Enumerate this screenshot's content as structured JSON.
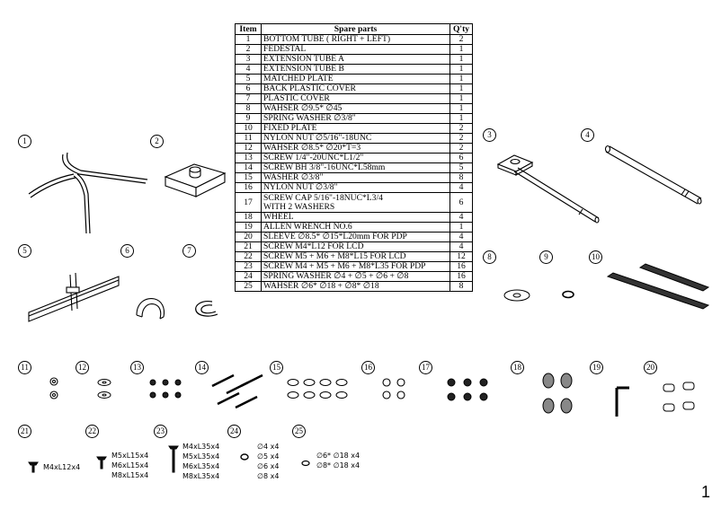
{
  "table": {
    "headers": [
      "Item",
      "Spare parts",
      "Q'ty"
    ],
    "rows": [
      [
        "1",
        "BOTTOM TUBE ( RIGHT + LEFT)",
        "2"
      ],
      [
        "2",
        "FEDESTAL",
        "1"
      ],
      [
        "3",
        "EXTENSION TUBE A",
        "1"
      ],
      [
        "4",
        "EXTENSION TUBE B",
        "1"
      ],
      [
        "5",
        "MATCHED PLATE",
        "1"
      ],
      [
        "6",
        "BACK PLASTIC COVER",
        "1"
      ],
      [
        "7",
        "PLASTIC COVER",
        "1"
      ],
      [
        "8",
        "WAHSER ∅9.5* ∅45",
        "1"
      ],
      [
        "9",
        "SPRING WASHER ∅3/8\"",
        "1"
      ],
      [
        "10",
        "FIXED PLATE",
        "2"
      ],
      [
        "11",
        "NYLON NUT ∅5/16\"-18UNC",
        "2"
      ],
      [
        "12",
        "WAHSER ∅8.5* ∅20*T=3",
        "2"
      ],
      [
        "13",
        "SCREW 1/4\"-20UNC*L1/2\"",
        "6"
      ],
      [
        "14",
        "SCREW BH 3/8\"-16UNC*L58mm",
        "5"
      ],
      [
        "15",
        "WASHER ∅3/8\"",
        "8"
      ],
      [
        "16",
        "NYLON NUT ∅3/8\"",
        "4"
      ],
      [
        "17",
        "SCREW CAP 5/16\"-18NUC*L3/4\nWITH 2 WASHERS",
        "6"
      ],
      [
        "18",
        "WHEEL",
        "4"
      ],
      [
        "19",
        "ALLEN WRENCH NO.6",
        "1"
      ],
      [
        "20",
        "SLEEVE ∅8.5* ∅15*L20mm FOR PDP",
        "4"
      ],
      [
        "21",
        "SCREW M4*L12 FOR LCD",
        "4"
      ],
      [
        "22",
        "SCREW M5 + M6 + M8*L15 FOR LCD",
        "12"
      ],
      [
        "23",
        "SCREW M4 + M5 + M6 + M8*L35 FOR PDP",
        "16"
      ],
      [
        "24",
        "SPRING WASHER ∅4 + ∅5 + ∅6 + ∅8",
        "16"
      ],
      [
        "25",
        "WAHSER ∅6* ∅18 + ∅8* ∅18",
        "8"
      ]
    ]
  },
  "callouts": [
    "1",
    "2",
    "3",
    "4",
    "5",
    "6",
    "7",
    "8",
    "9",
    "10",
    "11",
    "12",
    "13",
    "14",
    "15",
    "16",
    "17",
    "18",
    "19",
    "20",
    "21",
    "22",
    "23",
    "24",
    "25"
  ],
  "labels": {
    "screw21": "M4xL12x4",
    "screw22": "M5xL15x4\nM6xL15x4\nM8xL15x4",
    "screw23": "M4xL35x4\nM5xL35x4\nM6xL35x4\nM8xL35x4",
    "washer24": "∅4 x4\n∅5 x4\n∅6 x4\n∅8 x4",
    "washer25": "∅6* ∅18 x4\n∅8* ∅18 x4"
  },
  "page_number": "1"
}
